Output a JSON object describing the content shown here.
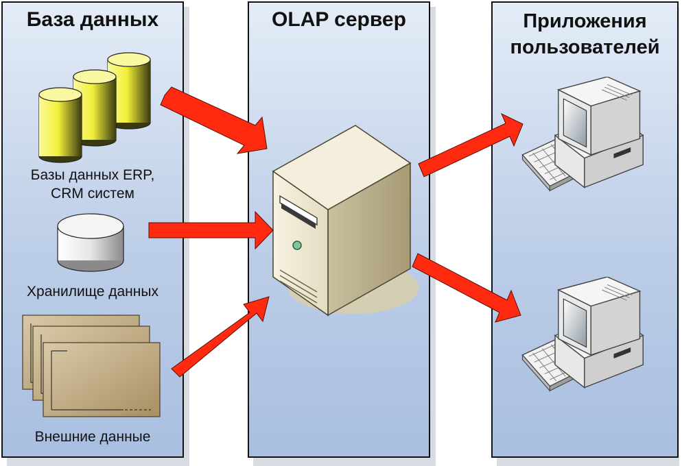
{
  "panels": {
    "database": {
      "title": "База данных"
    },
    "olap": {
      "title": "OLAP сервер"
    },
    "apps": {
      "title_line1": "Приложения",
      "title_line2": "пользователей"
    }
  },
  "sources": {
    "erp_line1": "Базы данных ERP,",
    "erp_line2": "CRM систем",
    "warehouse": "Хранилище данных",
    "external": "Внешние данные"
  },
  "colors": {
    "arrow": "#ff2a10",
    "panel_top": "#e4ecf7",
    "panel_bottom": "#a9bfe0",
    "cylinder": "#f2ef3a",
    "document": "#c6b18d"
  },
  "icons": {
    "erp": "database-cylinders-icon",
    "warehouse": "storage-cylinder-icon",
    "external": "document-stack-icon",
    "server": "server-tower-icon",
    "clients": "desktop-computer-icon",
    "flows": "arrow-icon"
  }
}
